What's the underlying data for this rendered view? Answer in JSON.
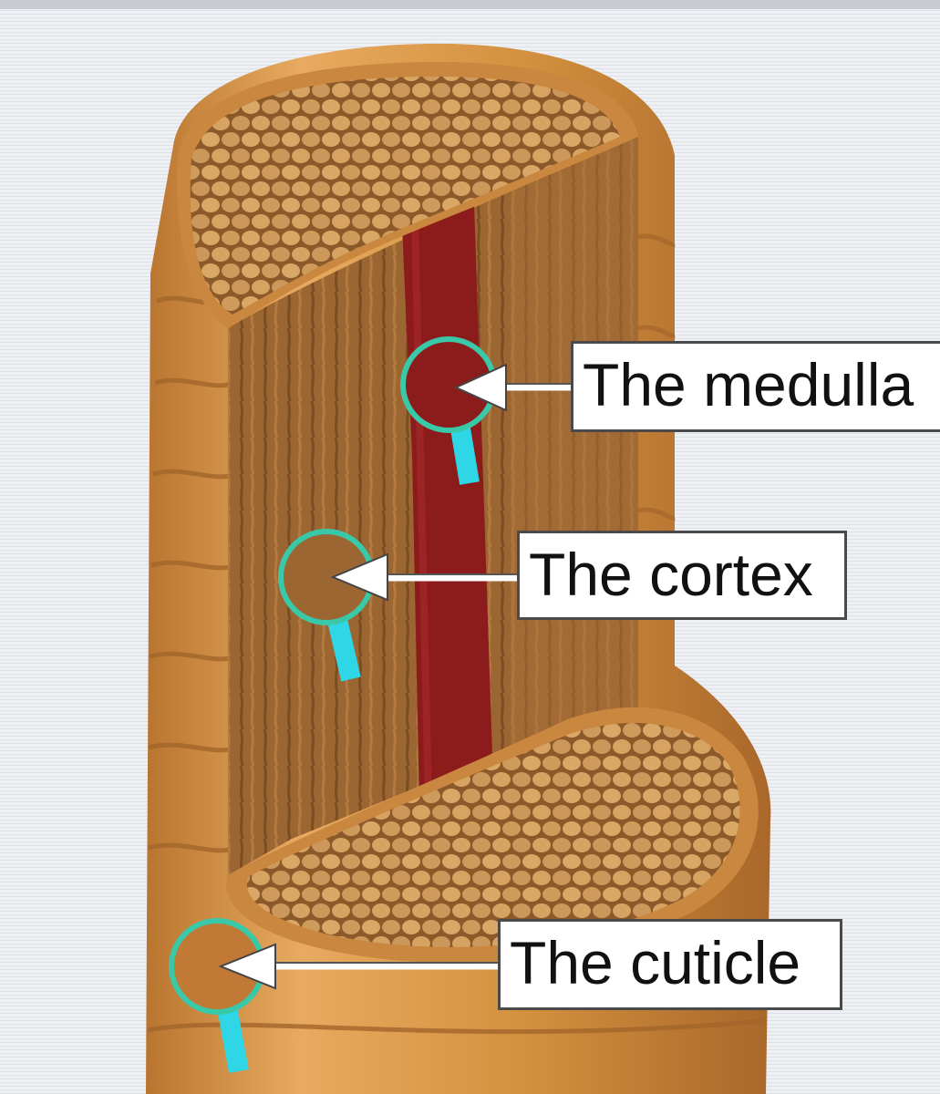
{
  "diagram": {
    "labels": {
      "medulla": "The medulla",
      "cortex": "The cortex",
      "cuticle": "The cuticle"
    },
    "colors": {
      "background": "#eef0f4",
      "hair_light": "#e6a75e",
      "hair_mid": "#c98a45",
      "hair_dark": "#8a5a2a",
      "medulla": "#8c1c1c",
      "fiber": "#d9a766",
      "magnifier_ring": "#39c9a8",
      "magnifier_handle": "#2fd6e6"
    },
    "icons": [
      "magnifier-icon",
      "arrow-pointer-icon"
    ]
  }
}
